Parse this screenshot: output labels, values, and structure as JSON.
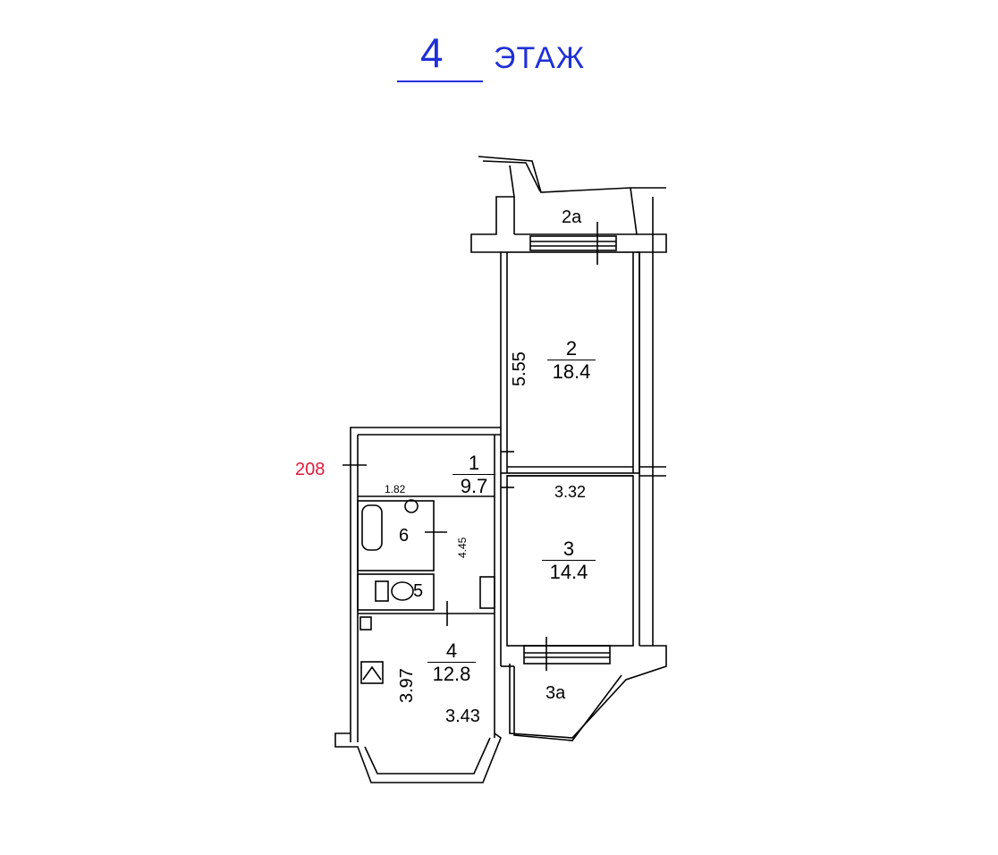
{
  "title": {
    "floor_number": "4",
    "floor_word": "ЭТАЖ"
  },
  "rooms": [
    {
      "id": "2a",
      "label": "2а"
    },
    {
      "id": "2",
      "number": "2",
      "area": "18.4"
    },
    {
      "id": "1",
      "number": "1",
      "area": "9.7"
    },
    {
      "id": "3",
      "number": "3",
      "area": "14.4"
    },
    {
      "id": "6",
      "label": "6"
    },
    {
      "id": "5",
      "label": "5"
    },
    {
      "id": "4",
      "number": "4",
      "area": "12.8"
    },
    {
      "id": "3a",
      "label": "3а"
    }
  ],
  "dimensions": {
    "d555": "5.55",
    "d332": "3.32",
    "d182": "1.82",
    "d445": "4.45",
    "d397": "3.97",
    "d343": "3.43"
  },
  "marker_208": "208",
  "colors": {
    "title": "#1f2fd6",
    "marker": "#e0193b",
    "lines": "#000000"
  }
}
